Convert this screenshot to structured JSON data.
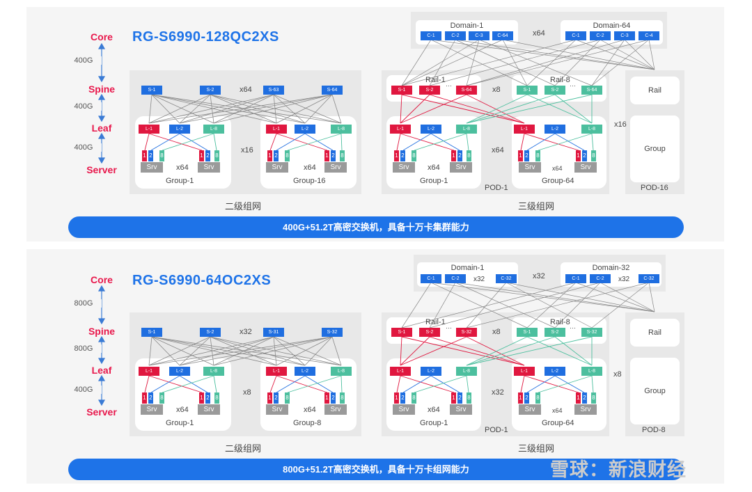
{
  "levels": {
    "core": "Core",
    "spine": "Spine",
    "leaf": "Leaf",
    "server": "Server"
  },
  "top": {
    "model": "RG-S6990-128QC2XS",
    "bandwidths": [
      "400G",
      "400G",
      "400G"
    ],
    "two_tier": {
      "spines": [
        "S-1",
        "S-2",
        "S-63",
        "S-64"
      ],
      "spine_mult": "x64",
      "group_mult": "x16",
      "groups": [
        {
          "label": "Group-1",
          "leaves": [
            "L-1",
            "L-2",
            "L-8"
          ],
          "srv_mult": "x64"
        },
        {
          "label": "Group-16",
          "leaves": [
            "L-1",
            "L-2",
            "L-8"
          ],
          "srv_mult": "x64"
        }
      ],
      "caption": "二级组网"
    },
    "three_tier": {
      "domains": [
        {
          "title": "Domain-1",
          "cores": [
            "C-1",
            "C-2",
            "C-3",
            "C-64"
          ]
        },
        {
          "title": "Domain-64",
          "cores": [
            "C-1",
            "C-2",
            "C-3",
            "C-4"
          ]
        }
      ],
      "domain_mult": "x64",
      "rails": [
        {
          "title": "Rail-1",
          "spines": [
            "S-1",
            "S-2",
            "S-64"
          ]
        },
        {
          "title": "Rail-8",
          "spines": [
            "S-1",
            "S-2",
            "S-64"
          ]
        }
      ],
      "rail_mult": "x8",
      "ellipsis": "···",
      "pod_mult": "x16",
      "group_mult": "x64",
      "groups": [
        {
          "label": "Group-1",
          "leaves": [
            "L-1",
            "L-2",
            "L-8"
          ],
          "srv_mult": "x64"
        },
        {
          "label": "Group-64",
          "leaves": [
            "L-1",
            "L-2",
            "L-8"
          ],
          "srv_mult": "x64"
        }
      ],
      "pod_label": "POD-1",
      "pod_last": "POD-16",
      "rail_box": "Rail",
      "group_box": "Group",
      "caption": "三级组网"
    },
    "banner": "400G+51.2T高密交换机，具备十万卡集群能力"
  },
  "bottom": {
    "model": "RG-S6990-64OC2XS",
    "bandwidths": [
      "800G",
      "800G",
      "400G"
    ],
    "two_tier": {
      "spines": [
        "S-1",
        "S-2",
        "S-31",
        "S-32"
      ],
      "spine_mult": "x32",
      "group_mult": "x8",
      "groups": [
        {
          "label": "Group-1",
          "leaves": [
            "L-1",
            "L-2",
            "L-8"
          ],
          "srv_mult": "x64"
        },
        {
          "label": "Group-8",
          "leaves": [
            "L-1",
            "L-2",
            "L-8"
          ],
          "srv_mult": "x64"
        }
      ],
      "caption": "二级组网"
    },
    "three_tier": {
      "domains": [
        {
          "title": "Domain-1",
          "cores": [
            "C-1",
            "C-2",
            "C-32"
          ],
          "mult": "x32"
        },
        {
          "title": "Domain-32",
          "cores": [
            "C-1",
            "C-2",
            "C-32"
          ],
          "mult": "x32"
        }
      ],
      "domain_mult": "x32",
      "rails": [
        {
          "title": "Rail-1",
          "spines": [
            "S-1",
            "S-2",
            "S-32"
          ]
        },
        {
          "title": "Rail-8",
          "spines": [
            "S-1",
            "S-2",
            "S-32"
          ]
        }
      ],
      "rail_mult": "x8",
      "ellipsis": "···",
      "pod_mult": "x8",
      "group_mult": "x32",
      "groups": [
        {
          "label": "Group-1",
          "leaves": [
            "L-1",
            "L-2",
            "L-8"
          ],
          "srv_mult": "x64"
        },
        {
          "label": "Group-64",
          "leaves": [
            "L-1",
            "L-2",
            "L-8"
          ],
          "srv_mult": "x64"
        }
      ],
      "pod_label": "POD-1",
      "pod_last": "POD-8",
      "rail_box": "Rail",
      "group_box": "Group",
      "caption": "三级组网"
    },
    "banner": "800G+51.2T高密交换机，具备十万卡组网能力"
  },
  "server": {
    "label": "Srv",
    "ports": [
      "1",
      "2",
      "8"
    ]
  },
  "watermark": "雪球：新浪财经",
  "colors": {
    "blue": "#1f6ee0",
    "red": "#e0173f",
    "green": "#4cbf9e",
    "banner": "#1e73e8",
    "level": "#e8174b"
  }
}
